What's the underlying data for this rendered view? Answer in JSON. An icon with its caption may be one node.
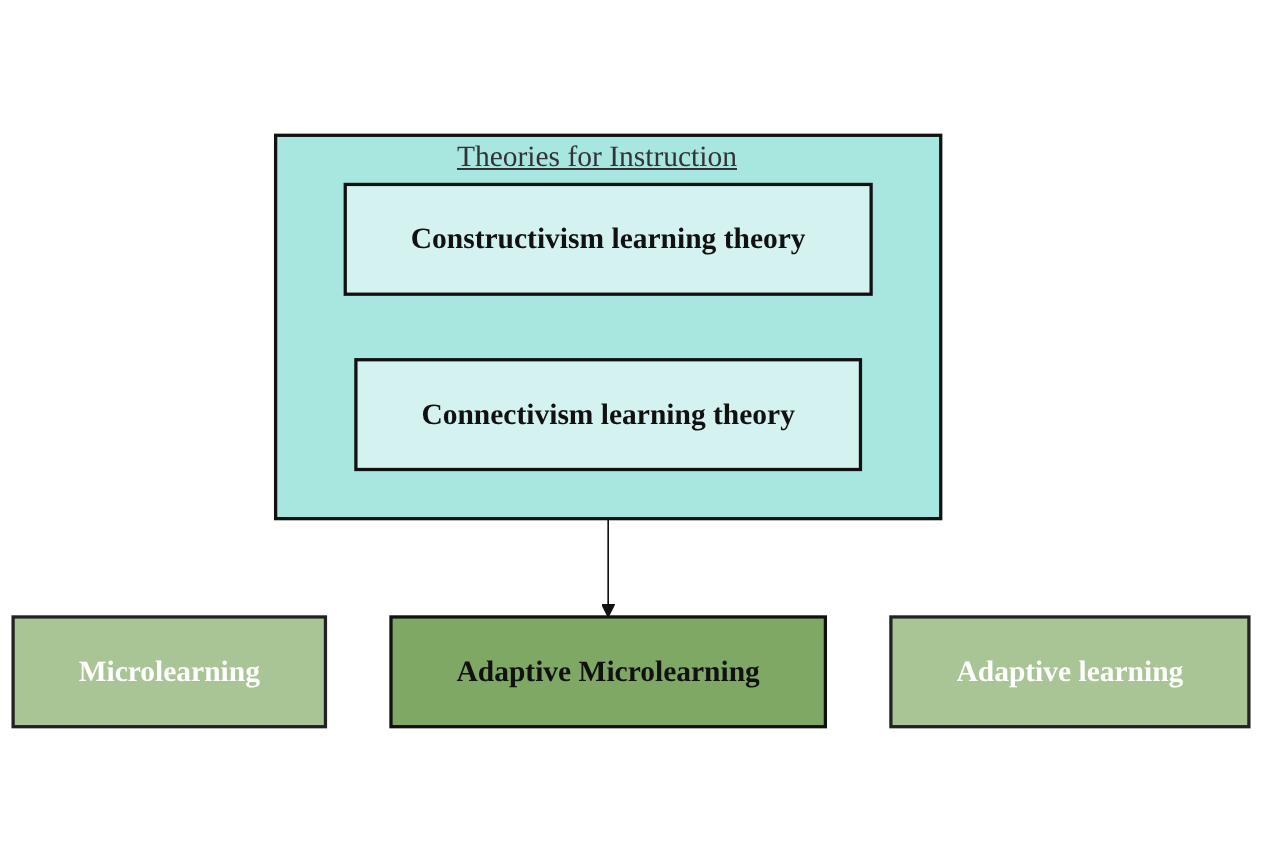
{
  "diagram": {
    "nodes": [
      {
        "text": [
          "Theories for Instruction"
        ]
      },
      {
        "text": [
          "Constructivism learning theory"
        ],
        "in": 0
      },
      {
        "text": [
          "Connectivism learning theory"
        ],
        "in": 0
      },
      {
        "text": [
          "Microlearning"
        ]
      },
      {
        "text": [
          "Adaptive Microlearning"
        ]
      },
      {
        "text": [
          "Adaptive learning"
        ]
      }
    ],
    "edges": [
      {
        "from": 0,
        "to": 4,
        "arrow": "to"
      }
    ]
  }
}
